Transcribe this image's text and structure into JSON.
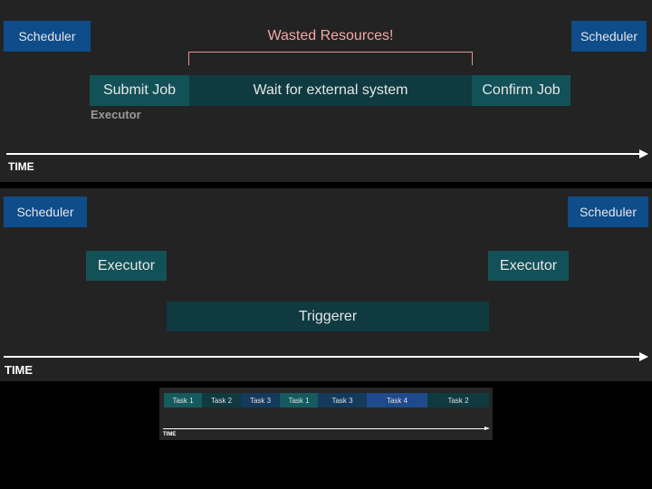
{
  "panel1": {
    "wasted_label": "Wasted Resources!",
    "scheduler_left": "Scheduler",
    "scheduler_right": "Scheduler",
    "submit_job": "Submit Job",
    "wait_external": "Wait for external system",
    "confirm_job": "Confirm Job",
    "executor_label": "Executor",
    "time_label": "TIME"
  },
  "panel2": {
    "scheduler_left": "Scheduler",
    "scheduler_right": "Scheduler",
    "executor_left": "Executor",
    "executor_right": "Executor",
    "triggerer": "Triggerer",
    "time_label": "TIME"
  },
  "panel3": {
    "tasks": [
      "Task 1",
      "Task 2",
      "Task 3",
      "Task 1",
      "Task 3",
      "Task 4",
      "Task 2"
    ],
    "time_label": "TIME"
  },
  "colors": {
    "scheduler": "#0f4c8a",
    "executor": "#135158",
    "triggerer": "#0f3a40",
    "wasted": "#e79491",
    "task4": "#1f4a8c"
  }
}
